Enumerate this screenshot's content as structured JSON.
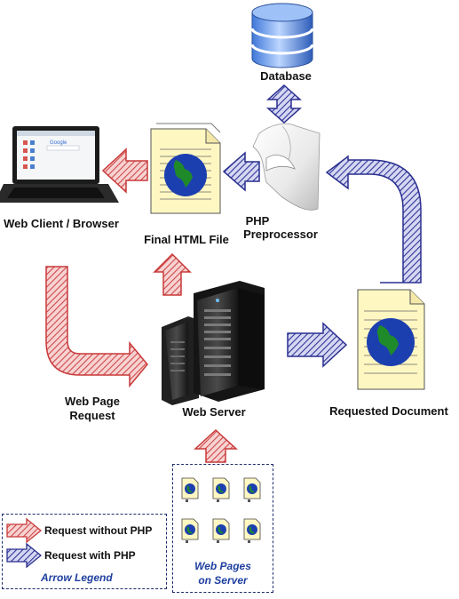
{
  "labels": {
    "database": "Database",
    "client": "Web Client / Browser",
    "final_html": "Final HTML File",
    "php_line1": "PHP",
    "php_line2": "Preprocessor",
    "request_line1": "Web Page",
    "request_line2": "Request",
    "server": "Web Server",
    "requested_doc": "Requested Document"
  },
  "legend": {
    "red_label": "Request without PHP",
    "blue_label": "Request with PHP",
    "title": "Arrow Legend"
  },
  "pages_box": {
    "line1": "Web Pages",
    "line2": "on Server"
  },
  "browser_screen": {
    "brand": "Google"
  },
  "colors": {
    "red_arrow": "#c83a3a",
    "red_fill": "#f2b8b8",
    "blue_arrow": "#2a2f8f",
    "blue_fill": "#aeb0e6",
    "document_fill": "#fff7c2",
    "globe_ocean": "#1c3fb0",
    "globe_land": "#1f8a2a",
    "legend_title": "#1f3f9f"
  }
}
